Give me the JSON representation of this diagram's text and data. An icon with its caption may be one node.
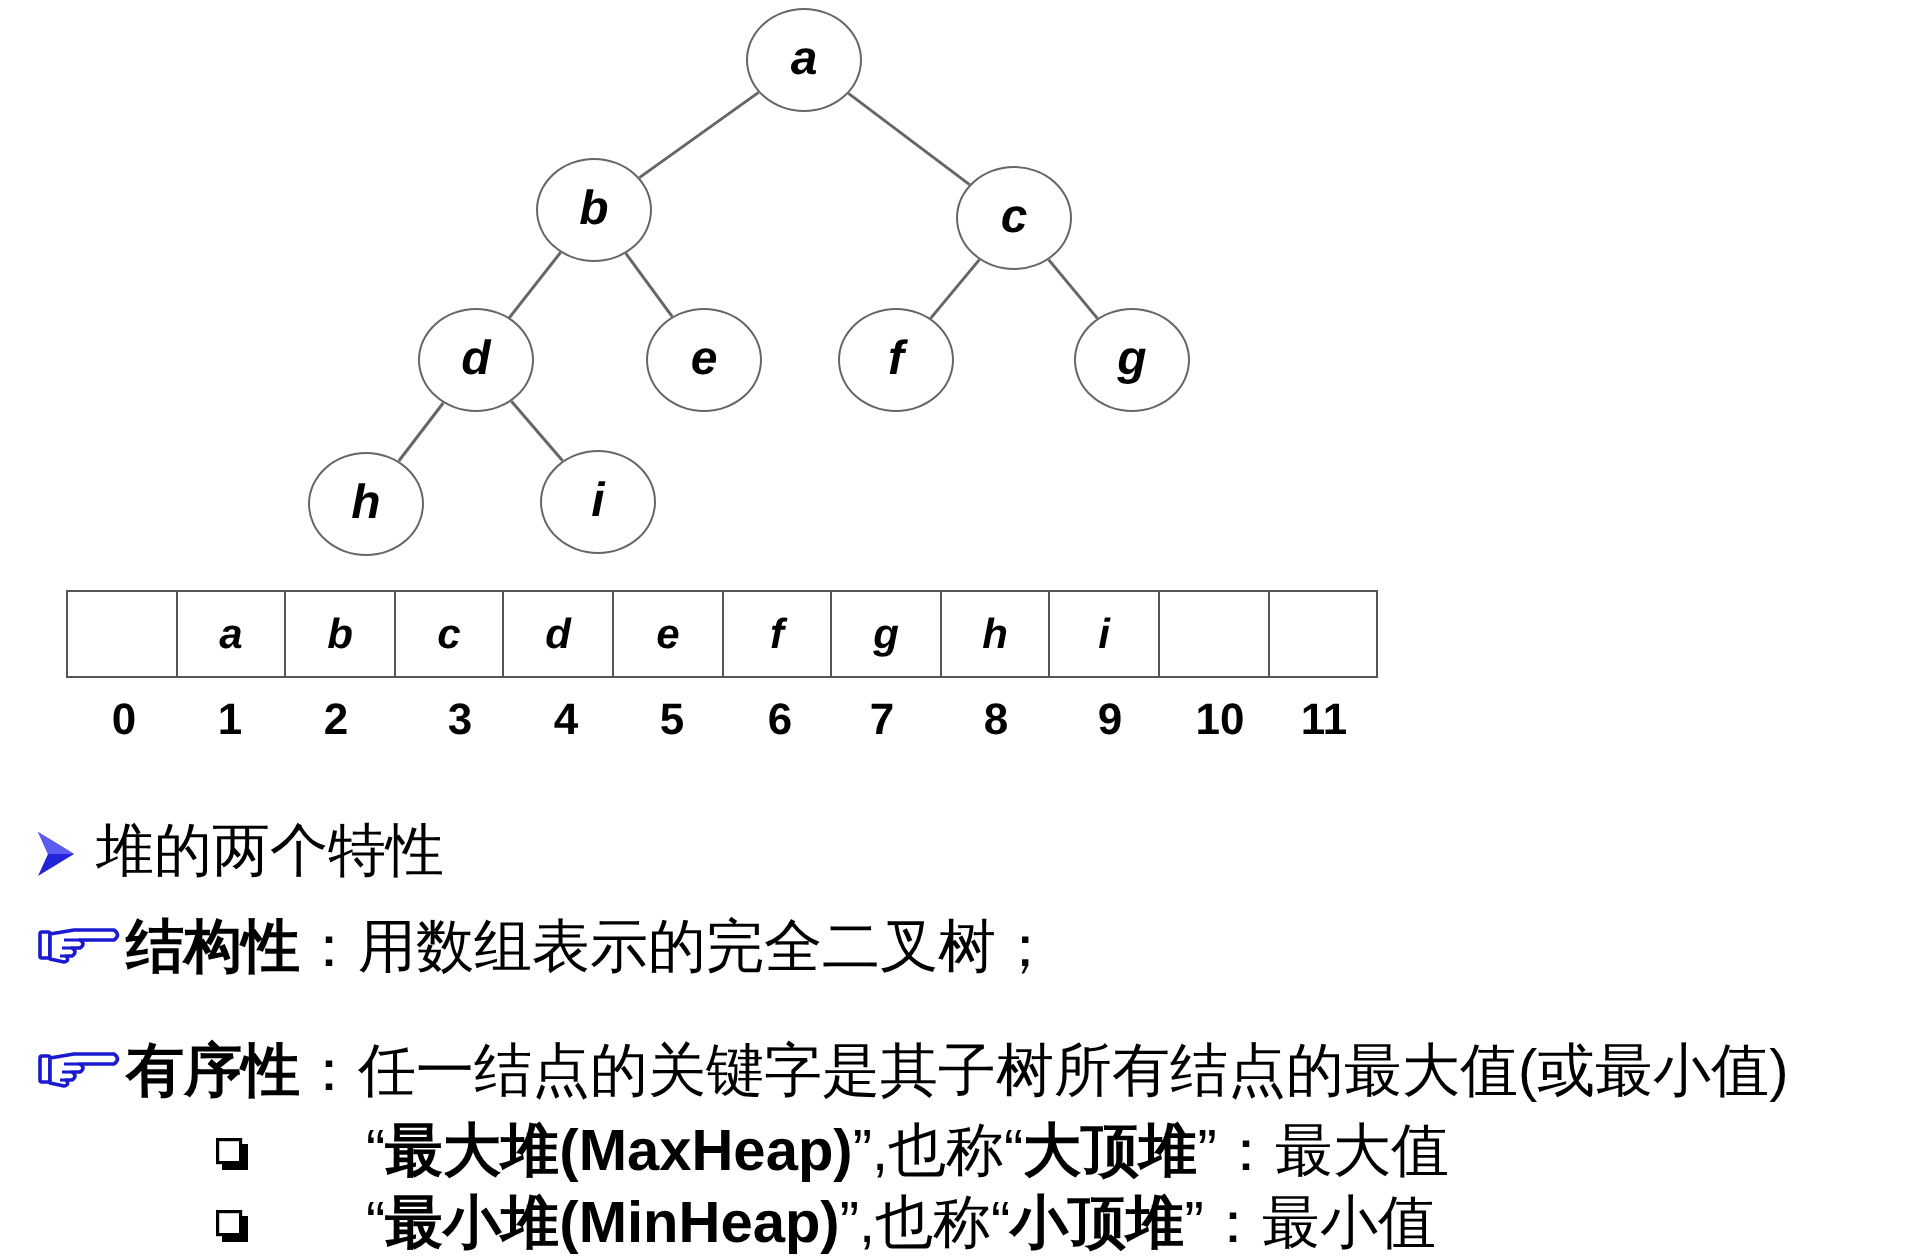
{
  "diagram": {
    "nodes": [
      {
        "text": [
          "a"
        ]
      },
      {
        "text": [
          "b"
        ]
      },
      {
        "text": [
          "c"
        ]
      },
      {
        "text": [
          "d"
        ]
      },
      {
        "text": [
          "e"
        ]
      },
      {
        "text": [
          "f"
        ]
      },
      {
        "text": [
          "g"
        ]
      },
      {
        "text": [
          "h"
        ]
      },
      {
        "text": [
          "i"
        ]
      }
    ],
    "edges": [
      {
        "from": 0,
        "to": 1,
        "arrow": "none"
      },
      {
        "from": 0,
        "to": 2,
        "arrow": "none"
      },
      {
        "from": 1,
        "to": 3,
        "arrow": "none"
      },
      {
        "from": 1,
        "to": 4,
        "arrow": "none"
      },
      {
        "from": 2,
        "to": 5,
        "arrow": "none"
      },
      {
        "from": 2,
        "to": 6,
        "arrow": "none"
      },
      {
        "from": 3,
        "to": 7,
        "arrow": "none"
      },
      {
        "from": 3,
        "to": 8,
        "arrow": "none"
      }
    ],
    "labels": [
      "a",
      "b",
      "c",
      "d",
      "e",
      "f",
      "g",
      "h",
      "i",
      "0",
      "1",
      "2",
      "3",
      "4",
      "5",
      "6",
      "7",
      "8",
      "9",
      "10",
      "11",
      "堆的两个特性",
      "**结构性**：用数组表示的完全二叉树；",
      "**有序性**：任一结点的关键字是其子树所有结点的最大值(或最小值)",
      "“**最大堆(MaxHeap)**”,也称“**大顶堆**”：最大值",
      "“**最小堆(MinHeap)**”,也称“**小顶堆**”：最小值"
    ]
  }
}
